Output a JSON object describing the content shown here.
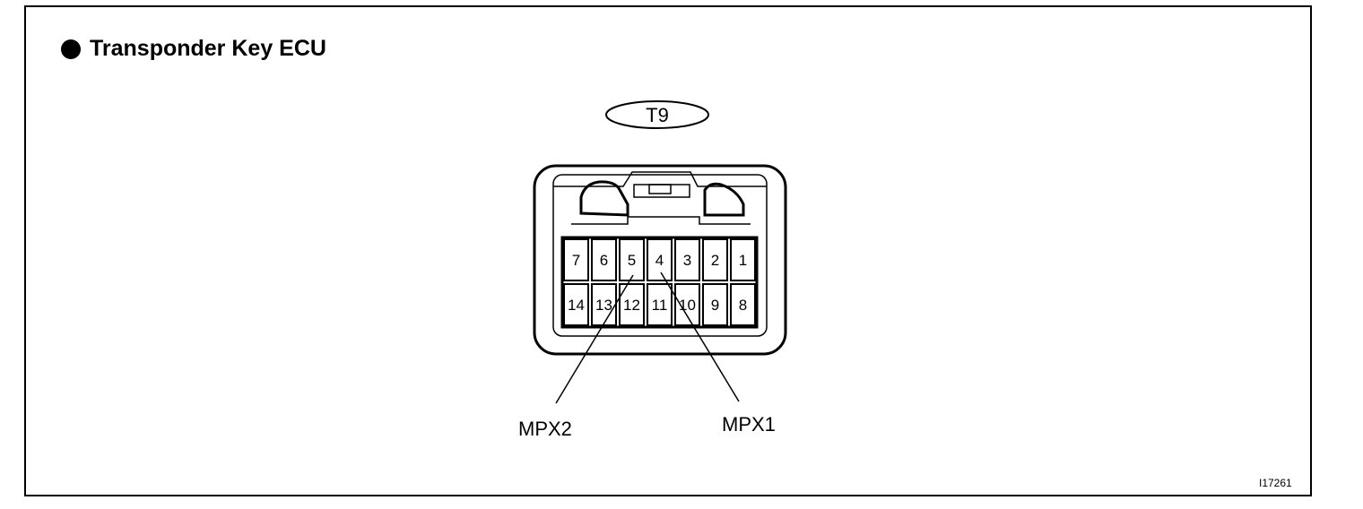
{
  "title": "Transponder Key ECU",
  "connector_code": "T9",
  "figure_id": "I17261",
  "pins_top": [
    "7",
    "6",
    "5",
    "4",
    "3",
    "2",
    "1"
  ],
  "pins_bottom": [
    "14",
    "13",
    "12",
    "11",
    "10",
    "9",
    "8"
  ],
  "callouts": [
    {
      "label": "MPX2",
      "pin": "5"
    },
    {
      "label": "MPX1",
      "pin": "4"
    }
  ]
}
